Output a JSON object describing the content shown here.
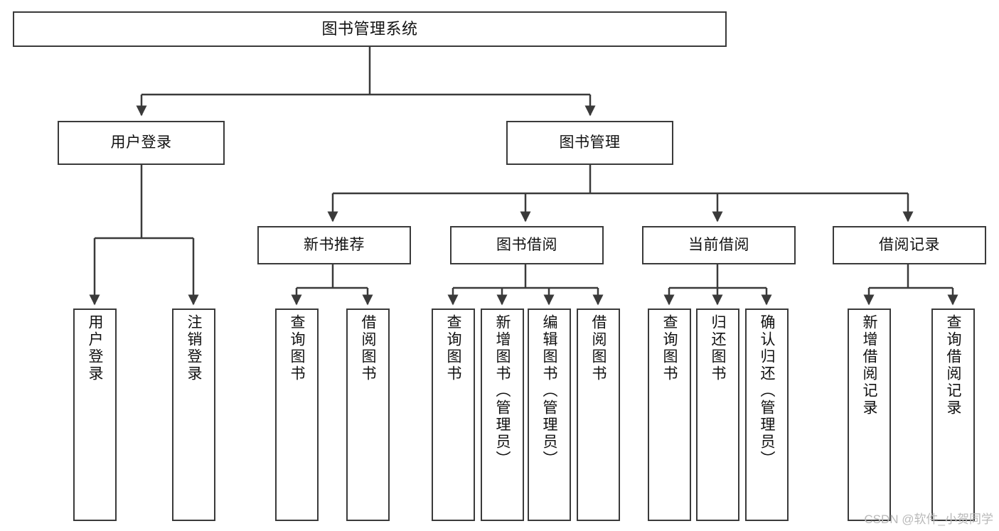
{
  "diagram": {
    "type": "tree-hierarchy",
    "title": "图书管理系统",
    "watermark": "CSDN @软件_小贺同学",
    "colors": {
      "box_border": "#3a3a3a",
      "box_fill": "#ffffff",
      "edge": "#3a3a3a",
      "text": "#111111",
      "watermark": "#b9b9b9",
      "background": "#ffffff"
    },
    "nodes": {
      "root": {
        "label": "图书管理系统"
      },
      "level2": [
        {
          "id": "user-login",
          "label": "用户登录"
        },
        {
          "id": "book-management",
          "label": "图书管理"
        }
      ],
      "level3": [
        {
          "id": "new-book-recommend",
          "label": "新书推荐"
        },
        {
          "id": "book-borrow",
          "label": "图书借阅"
        },
        {
          "id": "current-borrow",
          "label": "当前借阅"
        },
        {
          "id": "borrow-record",
          "label": "借阅记录"
        }
      ],
      "leaves": {
        "user-login": [
          {
            "id": "leaf-user-login",
            "label": "用户登录"
          },
          {
            "id": "leaf-logout-login",
            "label": "注销登录"
          }
        ],
        "new-book-recommend": [
          {
            "id": "leaf-query-book-1",
            "label": "查询图书"
          },
          {
            "id": "leaf-borrow-book-1",
            "label": "借阅图书"
          }
        ],
        "book-borrow": [
          {
            "id": "leaf-query-book-2",
            "label": "查询图书"
          },
          {
            "id": "leaf-add-book",
            "label": "新增图书（管理员）"
          },
          {
            "id": "leaf-edit-book",
            "label": "编辑图书（管理员）"
          },
          {
            "id": "leaf-borrow-book-2",
            "label": "借阅图书"
          }
        ],
        "current-borrow": [
          {
            "id": "leaf-query-book-3",
            "label": "查询图书"
          },
          {
            "id": "leaf-return-book",
            "label": "归还图书"
          },
          {
            "id": "leaf-confirm-return",
            "label": "确认归还（管理员）"
          }
        ],
        "borrow-record": [
          {
            "id": "leaf-add-record",
            "label": "新增借阅记录"
          },
          {
            "id": "leaf-query-record",
            "label": "查询借阅记录"
          }
        ]
      }
    }
  }
}
